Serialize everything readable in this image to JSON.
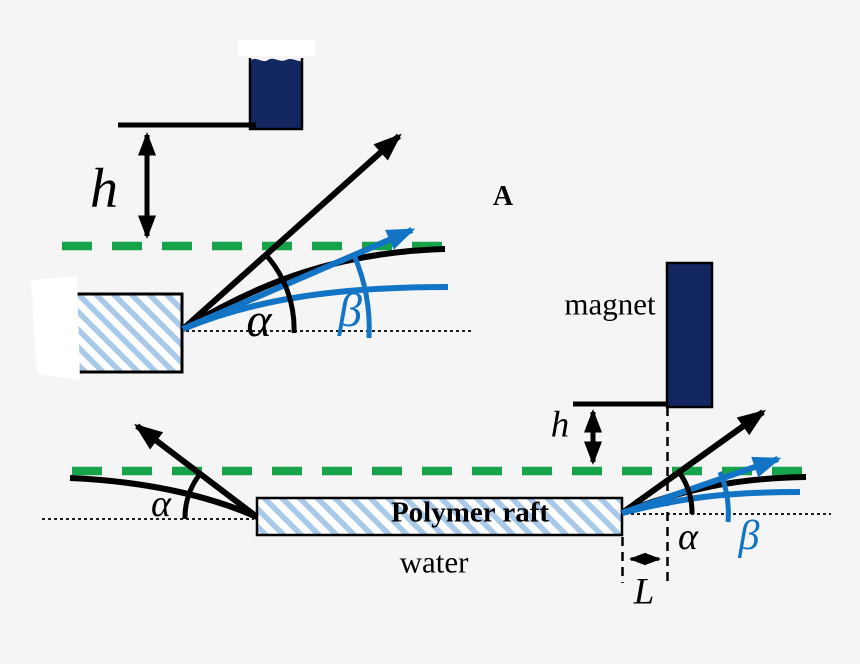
{
  "figure": {
    "panel_label": "A",
    "labels": {
      "h_top": "h",
      "alpha_top": "α",
      "beta_top": "β",
      "magnet": "magnet",
      "h_right": "h",
      "polymer_raft": "Polymer raft",
      "water": "water",
      "alpha_left": "α",
      "alpha_right": "α",
      "beta_right": "β",
      "length": "L"
    },
    "colors": {
      "surface_line_green": "#16a34a",
      "field_blue": "#1274c5",
      "magnet_navy": "#12265f",
      "raft_hatch_blue": "#a9c9e8",
      "ink_black": "#000000",
      "background": "#f5f5f5"
    }
  }
}
